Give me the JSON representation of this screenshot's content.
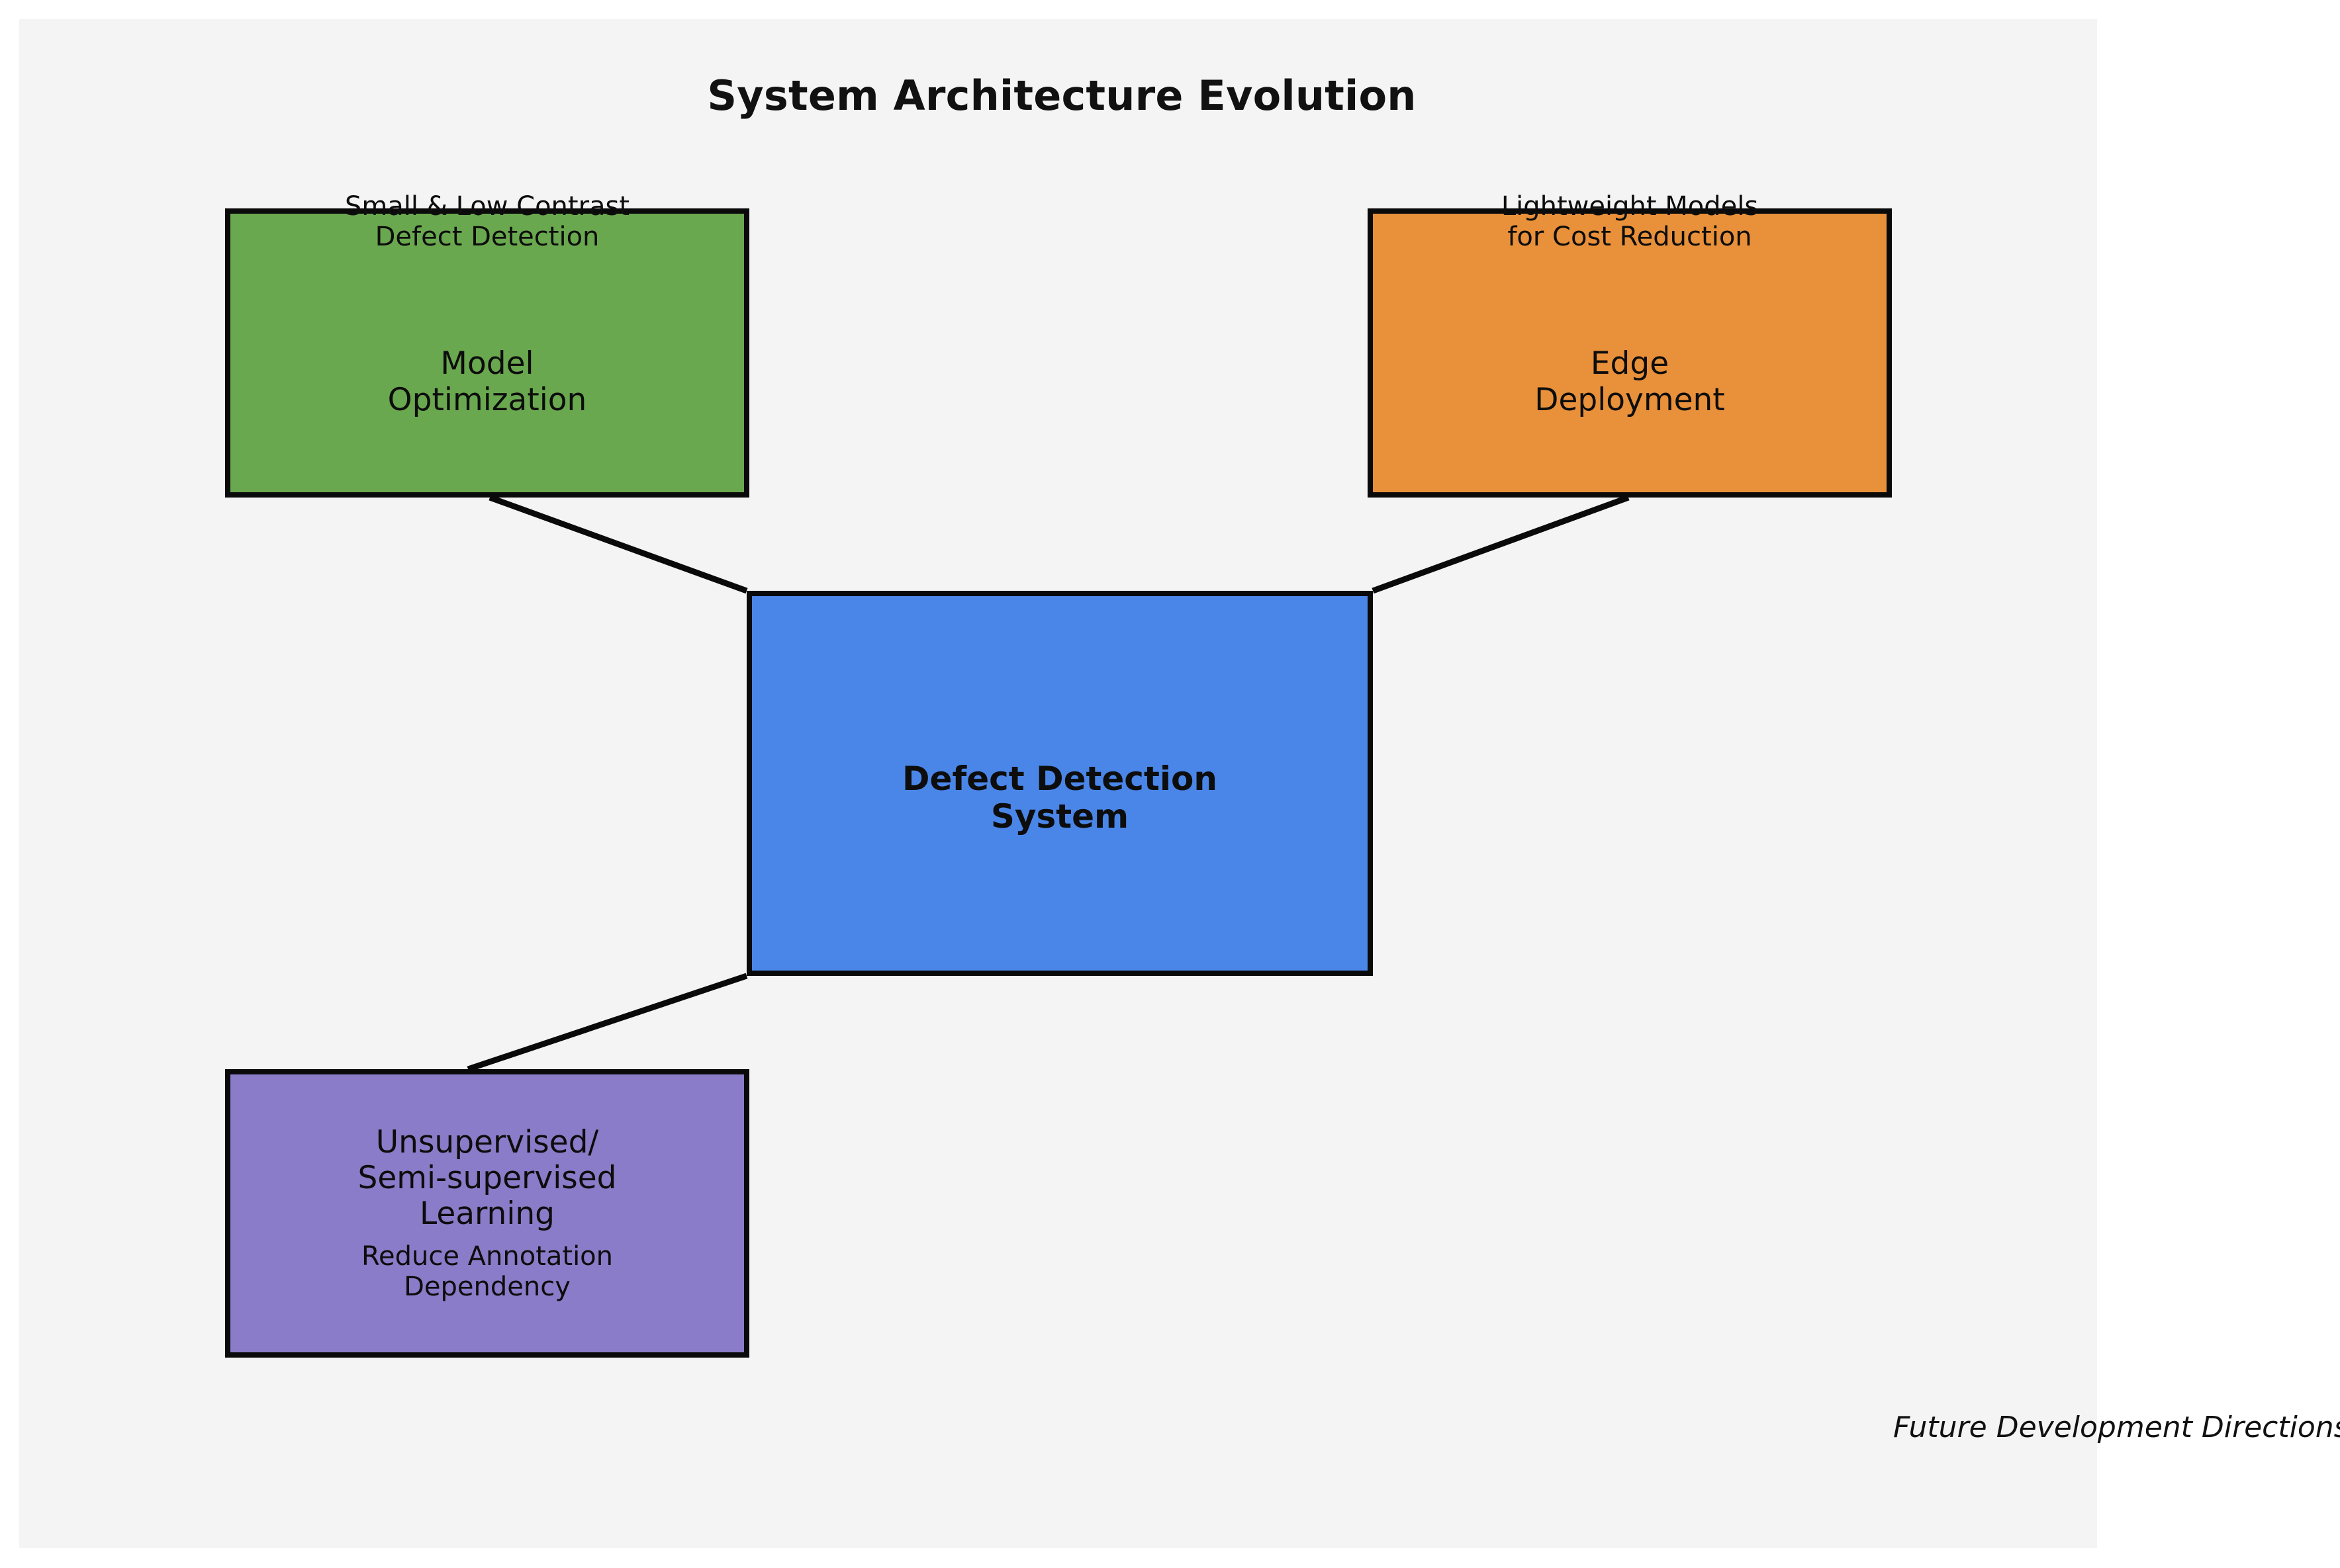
{
  "figure": {
    "title": "System Architecture Evolution",
    "caption": "Future Development Directions",
    "background_color": "#ffffff",
    "panel_color": "#f4f4f4",
    "edge_color": "#0a0a0a",
    "text_color": "#0d0d0d"
  },
  "nodes": [
    {
      "id": "model-optimization",
      "title": "Model\nOptimization",
      "outer_label": "Small & Low Contrast\nDefect Detection",
      "subtitle": "",
      "color": "#6aa84f",
      "bold": false
    },
    {
      "id": "edge-deployment",
      "title": "Edge\nDeployment",
      "outer_label": "Lightweight Models\nfor Cost Reduction",
      "subtitle": "",
      "color": "#e8903a",
      "bold": false
    },
    {
      "id": "defect-detection-system",
      "title": "Defect Detection\nSystem",
      "outer_label": "",
      "subtitle": "",
      "color": "#4a86e8",
      "bold": true
    },
    {
      "id": "unsupervised-learning",
      "title": "Unsupervised/\nSemi-supervised\nLearning",
      "outer_label": "",
      "subtitle": "Reduce Annotation\nDependency",
      "color": "#8a7cc8",
      "bold": false
    }
  ],
  "edges": [
    {
      "from": "model-optimization",
      "to": "defect-detection-system"
    },
    {
      "from": "edge-deployment",
      "to": "defect-detection-system"
    },
    {
      "from": "unsupervised-learning",
      "to": "defect-detection-system"
    }
  ],
  "chart_data": {
    "type": "diagram",
    "title": "System Architecture Evolution",
    "annotation": "Future Development Directions",
    "node_labels": [
      "Model Optimization",
      "Edge Deployment",
      "Defect Detection System",
      "Unsupervised/Semi-supervised Learning"
    ],
    "node_colors": [
      "#6aa84f",
      "#e8903a",
      "#4a86e8",
      "#8a7cc8"
    ],
    "link_pairs": [
      [
        "Model Optimization",
        "Defect Detection System"
      ],
      [
        "Edge Deployment",
        "Defect Detection System"
      ],
      [
        "Unsupervised/Semi-supervised Learning",
        "Defect Detection System"
      ]
    ]
  }
}
